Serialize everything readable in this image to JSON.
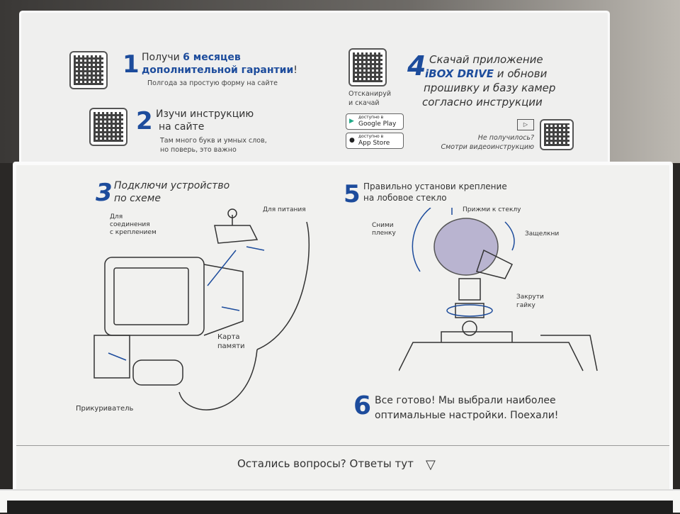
{
  "lid": {
    "step1": {
      "number": "1",
      "text_plain": "Получи ",
      "text_bold1": "6 месяцев",
      "text_bold2": "дополнительной гарантии",
      "text_end": "!",
      "note": "Полгода за простую форму на сайте"
    },
    "step2": {
      "number": "2",
      "line1": "Изучи инструкцию",
      "line2": "на сайте",
      "note1": "Там много букв и умных слов,",
      "note2": "но поверь, это важно"
    },
    "step4": {
      "number": "4",
      "line1": "Скачай приложение",
      "app": "iBOX DRIVE",
      "line2_rest": " и обнови",
      "line3": "прошивку и базу камер",
      "line4": "согласно инструкции",
      "scan1": "Отсканируй",
      "scan2": "и скачай",
      "google_play": "Google Play",
      "app_store": "App Store",
      "store_caption": "доступно в",
      "video1": "Не получилось?",
      "video2": "Смотри видеоинструкцию"
    }
  },
  "tray": {
    "step3": {
      "number": "3",
      "line1": "Подключи устройство",
      "line2": "по схеме",
      "label_mount1": "Для",
      "label_mount2": "соединения",
      "label_mount3": "с креплением",
      "label_power": "Для питания",
      "label_card1": "Карта",
      "label_card2": "памяти",
      "label_lighter": "Прикуриватель"
    },
    "step5": {
      "number": "5",
      "line1": "Правильно установи крепление",
      "line2": "на лобовое стекло",
      "label_film1": "Сними",
      "label_film2": "пленку",
      "label_press": "Прижми к стеклу",
      "label_latch": "Защелкни",
      "label_nut1": "Закрути",
      "label_nut2": "гайку"
    },
    "step6": {
      "number": "6",
      "line1": "Все готово! Мы выбрали наиболее",
      "line2": "оптимальные настройки. Поехали!"
    },
    "footer": "Остались вопросы? Ответы тут"
  },
  "colors": {
    "accent": "#1d4c9c"
  }
}
